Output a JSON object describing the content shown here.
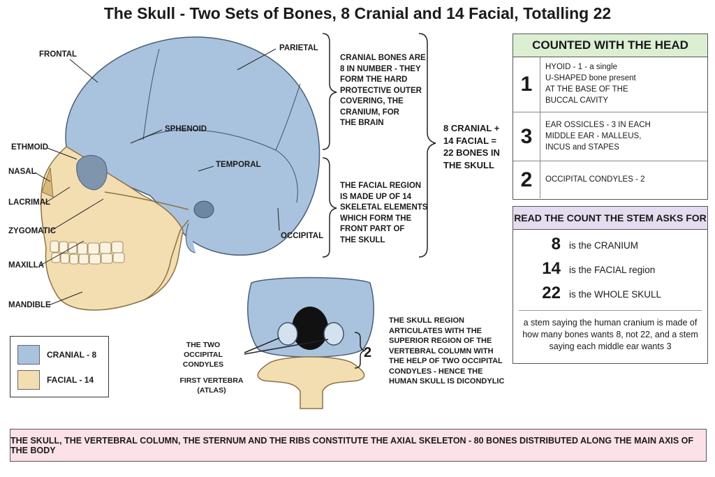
{
  "title": "The Skull - Two Sets of Bones, 8 Cranial and 14 Facial, Totalling 22",
  "skull_labels": {
    "frontal": "FRONTAL",
    "parietal": "PARIETAL",
    "sphenoid": "SPHENOID",
    "ethmoid": "ETHMOID",
    "nasal": "NASAL",
    "lacrimal": "LACRIMAL",
    "zygomatic": "ZYGOMATIC",
    "maxilla": "MAXILLA",
    "mandible": "MANDIBLE",
    "temporal": "TEMPORAL",
    "occipital": "OCCIPITAL"
  },
  "cranial_note": "CRANIAL BONES ARE\n8 IN NUMBER - THEY\nFORM THE HARD\nPROTECTIVE OUTER\nCOVERING, THE\nCRANIUM, FOR\nTHE BRAIN",
  "facial_note": "THE FACIAL REGION\nIS MADE UP OF 14\nSKELETAL ELEMENTS\nWHICH FORM THE\nFRONT PART OF\nTHE SKULL",
  "total_note": "8 CRANIAL +\n14 FACIAL =\n22 BONES IN\nTHE SKULL",
  "base_view": {
    "condyles_label": "THE TWO\nOCCIPITAL CONDYLES",
    "atlas_label": "FIRST VERTEBRA\n(ATLAS)",
    "count": "2",
    "note": "THE SKULL REGION\nARTICULATES WITH THE\nSUPERIOR REGION OF THE\nVERTEBRAL COLUMN WITH\nTHE HELP OF TWO OCCIPITAL\nCONDYLES - HENCE THE\nHUMAN SKULL IS DICONDYLIC"
  },
  "legend": {
    "cranial": "CRANIAL - 8",
    "facial": "FACIAL - 14",
    "cranial_color": "#a9c3de",
    "facial_color": "#f3deb2"
  },
  "counted_panel": {
    "header": "COUNTED WITH THE HEAD",
    "rows": [
      {
        "num": "1",
        "text": "HYOID - 1 - a single\nU-SHAPED bone present\nAT THE BASE OF THE\nBUCCAL CAVITY"
      },
      {
        "num": "3",
        "text": "EAR OSSICLES - 3 IN EACH\nMIDDLE EAR - MALLEUS,\nINCUS and STAPES"
      },
      {
        "num": "2",
        "text": "OCCIPITAL CONDYLES - 2"
      }
    ]
  },
  "count_panel": {
    "header": "READ THE COUNT THE STEM ASKS FOR",
    "rows": [
      {
        "num": "8",
        "text": "is the CRANIUM"
      },
      {
        "num": "14",
        "text": "is the FACIAL region"
      },
      {
        "num": "22",
        "text": "is the WHOLE SKULL"
      }
    ],
    "note": "a stem saying the human cranium is made of how many bones wants 8, not 22, and a stem saying each middle ear wants 3"
  },
  "banner": "THE SKULL, THE VERTEBRAL COLUMN, THE STERNUM AND THE RIBS CONSTITUTE THE AXIAL SKELETON - 80 BONES DISTRIBUTED ALONG THE MAIN AXIS OF THE BODY",
  "colors": {
    "cranial": "#a9c3de",
    "facial": "#f3deb2",
    "counted_header": "#dcefd2",
    "count_header": "#e4dcef",
    "banner": "#fbe1e8"
  }
}
